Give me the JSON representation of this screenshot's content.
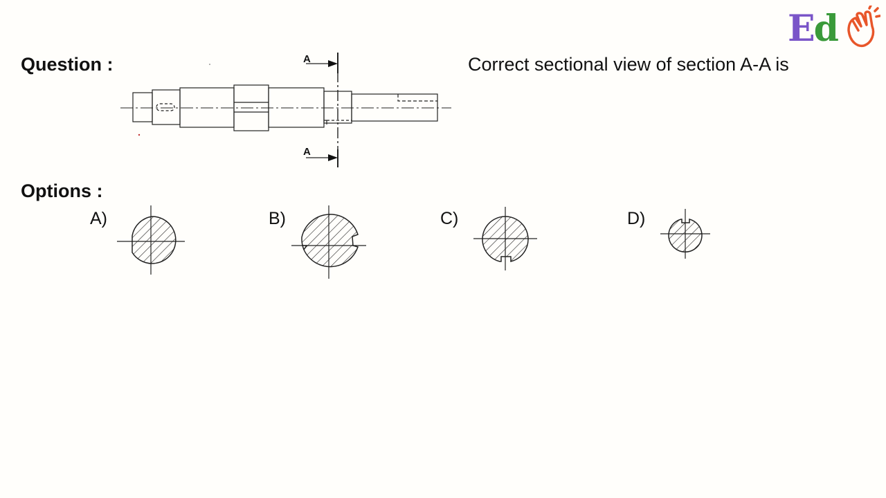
{
  "logo": {
    "text_E": "E",
    "text_d": "d",
    "icon": "clapping-hands-icon",
    "colors": {
      "E": "#7a55c8",
      "d": "#3a9a3a",
      "hand": "#e8562a"
    }
  },
  "question": {
    "label": "Question :",
    "text": "Correct sectional view of section A-A is"
  },
  "drawing": {
    "section_label_top": "A",
    "section_label_bottom": "A"
  },
  "options": {
    "label": "Options :",
    "items": [
      {
        "letter": "A)"
      },
      {
        "letter": "B)"
      },
      {
        "letter": "C)"
      },
      {
        "letter": "D)"
      }
    ]
  }
}
